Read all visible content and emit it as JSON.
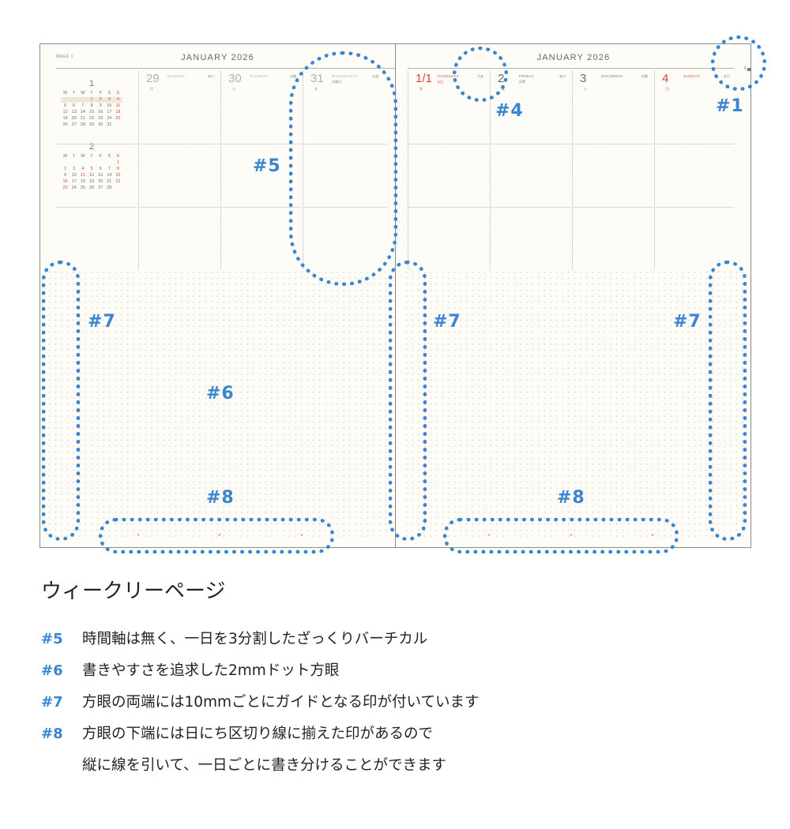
{
  "planner": {
    "left_page": {
      "week_label": "WEEK 1",
      "title": "JANUARY 2026",
      "mini_calendars": [
        {
          "month": "1",
          "weekdays": [
            "M",
            "T",
            "W",
            "T",
            "F",
            "S",
            "S"
          ],
          "rows": [
            [
              "",
              "",
              "",
              "1",
              "2",
              "3",
              "4"
            ],
            [
              "5",
              "6",
              "7",
              "8",
              "9",
              "10",
              "11"
            ],
            [
              "12",
              "13",
              "14",
              "15",
              "16",
              "17",
              "18"
            ],
            [
              "19",
              "20",
              "21",
              "22",
              "23",
              "24",
              "25"
            ],
            [
              "26",
              "27",
              "28",
              "29",
              "30",
              "31",
              ""
            ]
          ],
          "red_dates": [
            "1",
            "4",
            "11",
            "12",
            "18",
            "25"
          ],
          "highlight_row": 0
        },
        {
          "month": "2",
          "weekdays": [
            "M",
            "T",
            "W",
            "T",
            "F",
            "S",
            "S"
          ],
          "rows": [
            [
              "",
              "",
              "",
              "",
              "",
              "",
              "1"
            ],
            [
              "2",
              "3",
              "4",
              "5",
              "6",
              "7",
              "8"
            ],
            [
              "9",
              "10",
              "11",
              "12",
              "13",
              "14",
              "15"
            ],
            [
              "16",
              "17",
              "18",
              "19",
              "20",
              "21",
              "22"
            ],
            [
              "23",
              "24",
              "25",
              "26",
              "27",
              "28",
              ""
            ]
          ],
          "red_dates": [
            "1",
            "8",
            "11",
            "15",
            "22",
            "23"
          ],
          "highlight_row": -1
        }
      ],
      "days": [
        {
          "num": "29",
          "name": "MONDAY",
          "rokuyo": "赤口",
          "kanji": "月",
          "sub": ""
        },
        {
          "num": "30",
          "name": "TUESDAY",
          "rokuyo": "先勝",
          "kanji": "火",
          "sub": ""
        },
        {
          "num": "31",
          "name": "WEDNESDAY",
          "rokuyo": "仏滅",
          "kanji": "水",
          "sub": "大晦日"
        }
      ]
    },
    "right_page": {
      "title": "JANUARY 2026",
      "page_number": "1",
      "days": [
        {
          "num": "1/1",
          "name": "THURSDAY",
          "rokuyo": "大安",
          "kanji": "木",
          "sub": "元日",
          "red": true
        },
        {
          "num": "2",
          "name": "FRIDAY",
          "rokuyo": "赤口",
          "kanji": "金",
          "sub": "初夢",
          "red": false
        },
        {
          "num": "3",
          "name": "SATURDAY",
          "rokuyo": "先勝",
          "kanji": "土",
          "sub": "",
          "red": false
        },
        {
          "num": "4",
          "name": "SUNDAY",
          "rokuyo": "友引",
          "kanji": "日",
          "sub": "",
          "red": true
        }
      ]
    }
  },
  "annotations": {
    "n1": "#1",
    "n4": "#4",
    "n5": "#5",
    "n6": "#6",
    "n7": "#7",
    "n8": "#8"
  },
  "description": {
    "title": "ウィークリーページ",
    "items": [
      {
        "num": "#5",
        "lines": [
          "時間軸は無く、一日を3分割したざっくりバーチカル"
        ]
      },
      {
        "num": "#6",
        "lines": [
          "書きやすさを追求した2mmドット方眼"
        ]
      },
      {
        "num": "#7",
        "lines": [
          "方眼の両端には10mmごとにガイドとなる印が付いています"
        ]
      },
      {
        "num": "#8",
        "lines": [
          "方眼の下端には日にち区切り線に揃えた印があるので",
          "縦に線を引いて、一日ごとに書き分けることができます"
        ]
      }
    ]
  },
  "colors": {
    "accent_blue": "#3a85d0",
    "holiday_red": "#e0433a",
    "paper": "#fdfcf6"
  }
}
